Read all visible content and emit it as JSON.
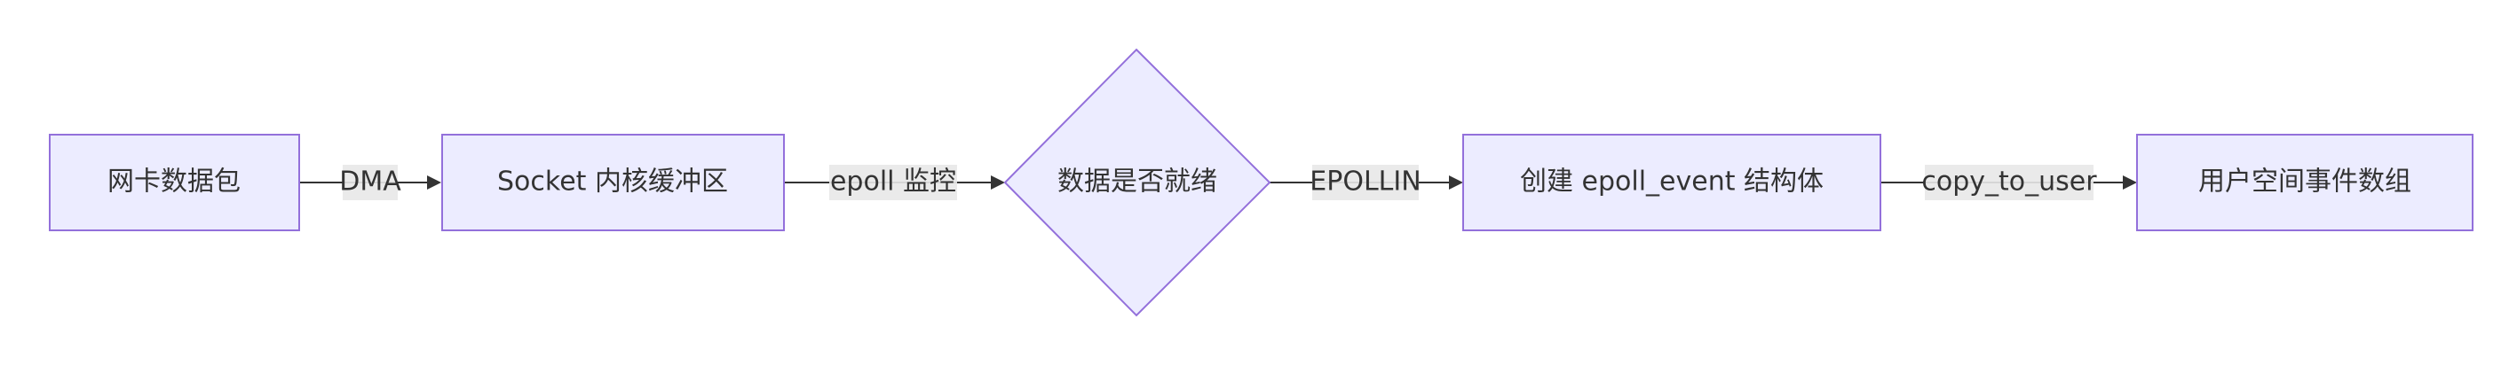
{
  "diagram": {
    "nodes": [
      {
        "id": "nic",
        "label": "网卡数据包",
        "shape": "rect"
      },
      {
        "id": "socket",
        "label": "Socket 内核缓冲区",
        "shape": "rect"
      },
      {
        "id": "ready",
        "label": "数据是否就绪",
        "shape": "diamond"
      },
      {
        "id": "create",
        "label": "创建 epoll_event 结构体",
        "shape": "rect"
      },
      {
        "id": "array",
        "label": "用户空间事件数组",
        "shape": "rect"
      }
    ],
    "edges": [
      {
        "from": "nic",
        "to": "socket",
        "label": "DMA"
      },
      {
        "from": "socket",
        "to": "ready",
        "label": "epoll 监控"
      },
      {
        "from": "ready",
        "to": "create",
        "label": "EPOLLIN"
      },
      {
        "from": "create",
        "to": "array",
        "label": "copy_to_user"
      }
    ],
    "colors": {
      "node_fill": "#ececff",
      "node_stroke": "#9370db",
      "edge": "#333333",
      "label_bg": "#e8e8e8",
      "text": "#333333"
    }
  }
}
